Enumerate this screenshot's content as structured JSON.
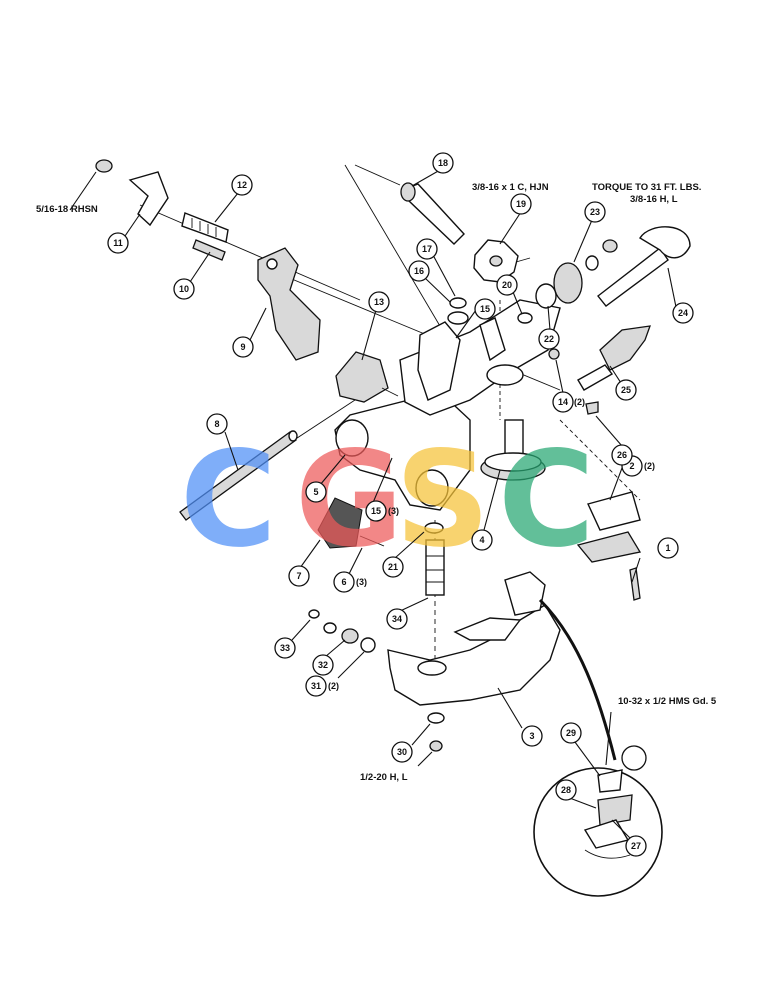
{
  "notes": {
    "n1": "5/16-18 RHSN",
    "n2": "3/8-16 x 1 C, HJN",
    "n3": "TORQUE TO 31 FT. LBS.",
    "n4": "3/8-16 H, L",
    "n5": "10-32 x 1/2 HMS Gd. 5",
    "n6": "1/2-20 H, L"
  },
  "callouts": [
    {
      "num": "1"
    },
    {
      "num": "2",
      "qty": "(2)"
    },
    {
      "num": "3"
    },
    {
      "num": "4"
    },
    {
      "num": "5"
    },
    {
      "num": "6",
      "qty": "(3)"
    },
    {
      "num": "7"
    },
    {
      "num": "8"
    },
    {
      "num": "9"
    },
    {
      "num": "10"
    },
    {
      "num": "11"
    },
    {
      "num": "12"
    },
    {
      "num": "13"
    },
    {
      "num": "14",
      "qty": "(2)"
    },
    {
      "num": "15"
    },
    {
      "num": "15",
      "qty": "(3)"
    },
    {
      "num": "16"
    },
    {
      "num": "17"
    },
    {
      "num": "18"
    },
    {
      "num": "19"
    },
    {
      "num": "20"
    },
    {
      "num": "21"
    },
    {
      "num": "22"
    },
    {
      "num": "23"
    },
    {
      "num": "24"
    },
    {
      "num": "25"
    },
    {
      "num": "26"
    },
    {
      "num": "27"
    },
    {
      "num": "28"
    },
    {
      "num": "29"
    },
    {
      "num": "30"
    },
    {
      "num": "31",
      "qty": "(2)"
    },
    {
      "num": "32"
    },
    {
      "num": "33"
    },
    {
      "num": "34"
    }
  ],
  "watermark": {
    "letters": [
      "C",
      "G",
      "S",
      "C"
    ],
    "colors": [
      "#4f8ff7",
      "#ee5a5a",
      "#f6c338",
      "#27a773"
    ]
  }
}
